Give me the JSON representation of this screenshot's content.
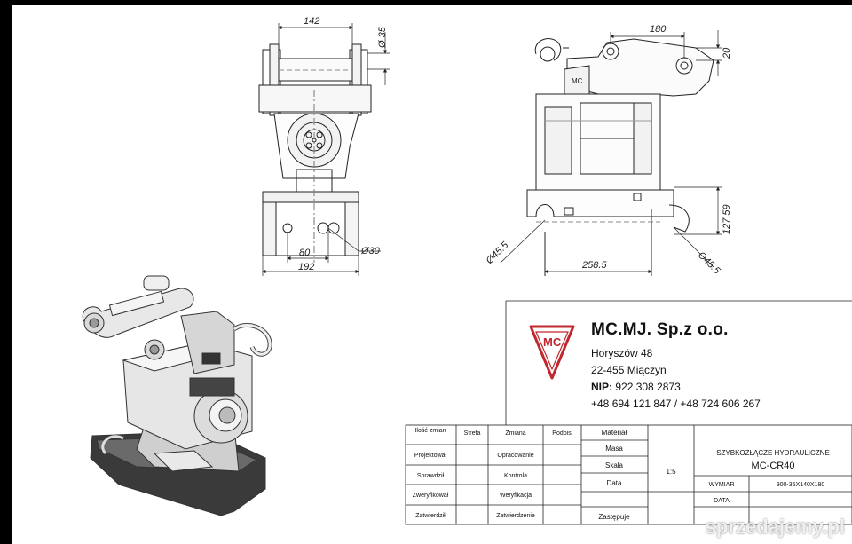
{
  "dims": {
    "front_width_top": "142",
    "front_pin_dia": "Ø 35",
    "front_hole_spacing": "80",
    "front_width_bottom": "192",
    "front_hole_dia": "Ø30",
    "side_pin_spacing": "180",
    "side_offset": "20",
    "side_height": "127.59",
    "side_length": "258.5",
    "side_left_dia": "Ø45.5",
    "side_right_dia": "Ø45.5"
  },
  "logo": {
    "letters": "MC",
    "color": "#c0282e"
  },
  "company": {
    "name": "MC.MJ. Sp.z o.o.",
    "street": "Horyszów 48",
    "city": "22-455 Miączyn",
    "nip_label": "NIP:",
    "nip_value": "922 308 2873",
    "phones": "+48 694 121 847 / +48 724 606 267"
  },
  "title_block": {
    "headers": [
      "Ilość zmian",
      "Strefa",
      "Zmiana",
      "Podpis"
    ],
    "rows": [
      {
        "label": "Projektował",
        "role": "Opracowanie"
      },
      {
        "label": "Sprawdził",
        "role": "Kontrola"
      },
      {
        "label": "Zweryfikował",
        "role": "Weryfikacja"
      },
      {
        "label": "Zatwierdził",
        "role": "Zatwierdzenie"
      }
    ],
    "material_label": "Materiał",
    "masa_label": "Masa",
    "skala_label": "Skala",
    "data_label": "Data",
    "zastepuje_label": "Zastępuje",
    "scale_value": "1:5",
    "product_line1": "SZYBKOZŁĄCZE HYDRAULICZNE",
    "product_line2": "MC-CR40",
    "wymiar_label": "WYMIAR",
    "wymiar_value": "900-35X140X180",
    "data2_label": "DATA",
    "data2_value": "–"
  },
  "watermark": "sprzedajemy.pl"
}
